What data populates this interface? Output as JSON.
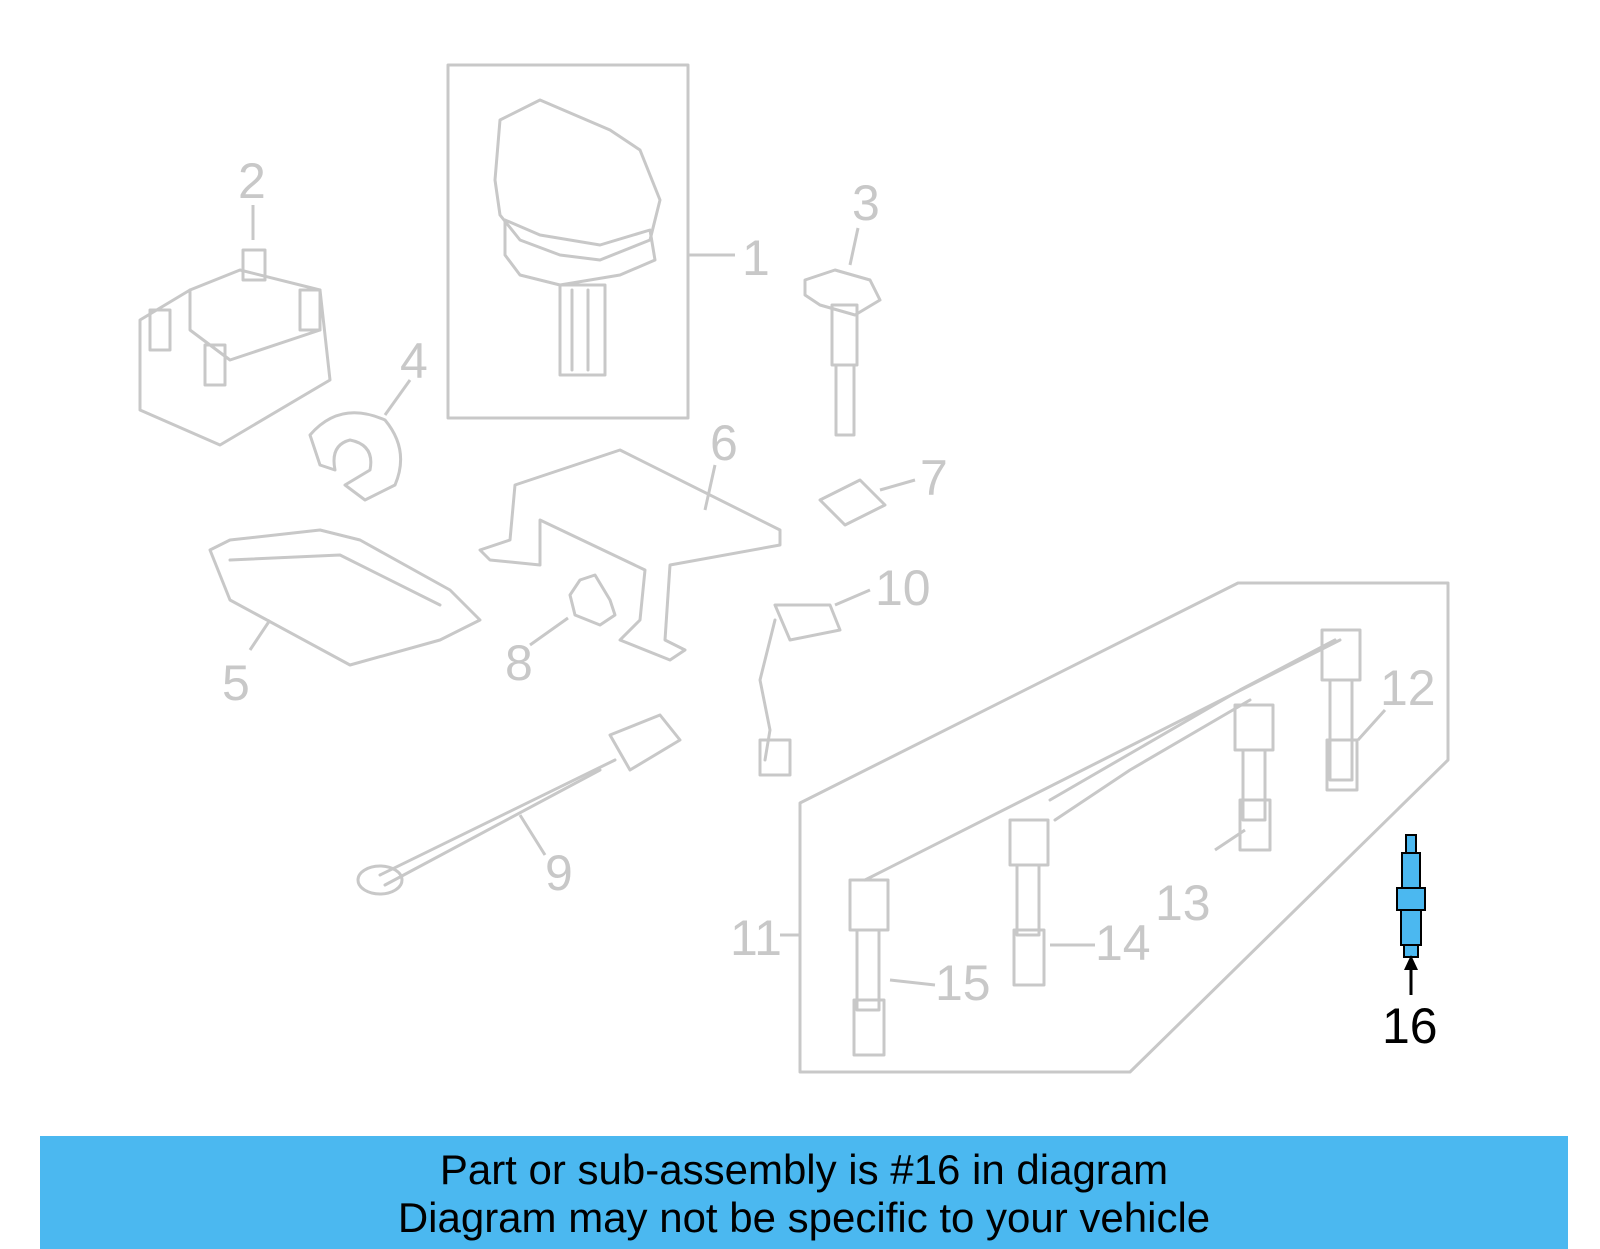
{
  "colors": {
    "banner_bg": "#4bb8f0",
    "highlight": "#4bb8f0",
    "inactive": "#c8c8c8"
  },
  "callouts": {
    "c1": "1",
    "c2": "2",
    "c3": "3",
    "c4": "4",
    "c5": "5",
    "c6": "6",
    "c7": "7",
    "c8": "8",
    "c9": "9",
    "c10": "10",
    "c11": "11",
    "c12": "12",
    "c13": "13",
    "c14": "14",
    "c15": "15",
    "c16": "16"
  },
  "banner": {
    "line1": "Part or sub-assembly is #16 in diagram",
    "line2": "Diagram may not be specific to your vehicle"
  }
}
